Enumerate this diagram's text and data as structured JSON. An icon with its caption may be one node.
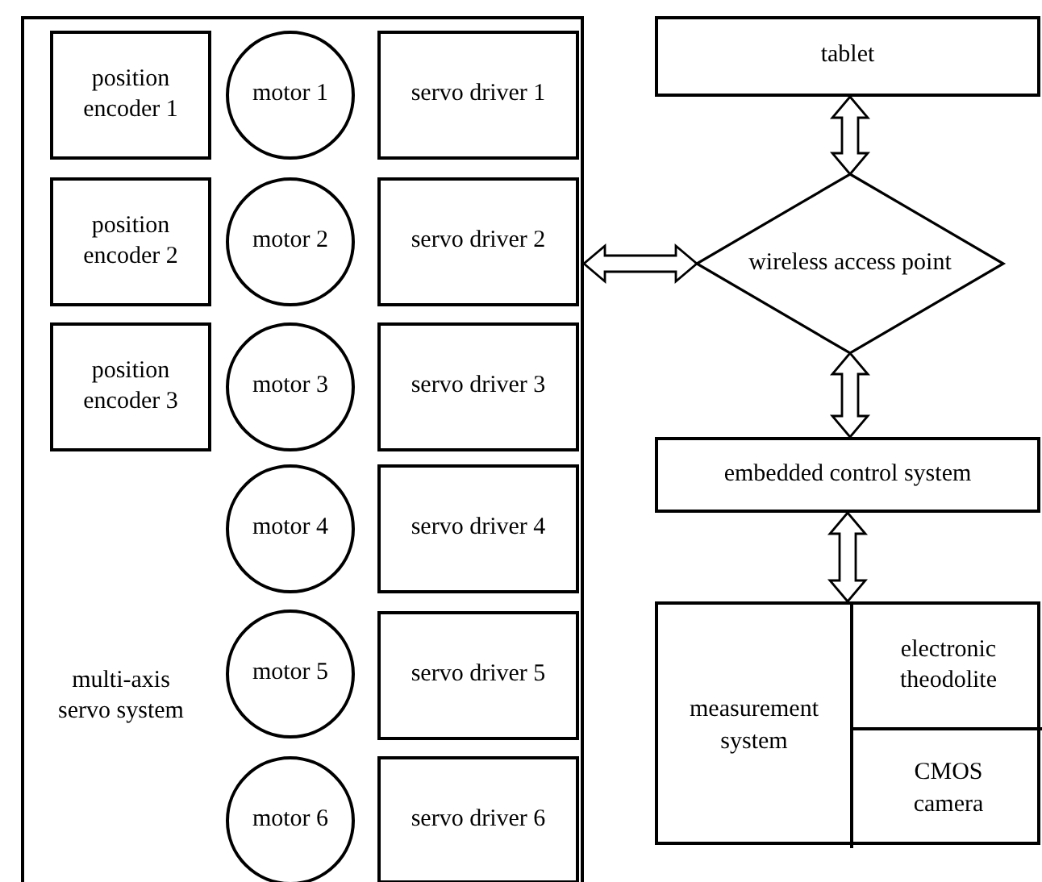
{
  "diagram": {
    "nodes": [
      {
        "text": [
          "multi-axis servo system"
        ]
      },
      {
        "text": [
          "position encoder 1"
        ],
        "in": 0
      },
      {
        "text": [
          "motor 1"
        ],
        "in": 0
      },
      {
        "text": [
          "servo driver 1"
        ],
        "in": 0
      },
      {
        "text": [
          "position encoder 2"
        ],
        "in": 0
      },
      {
        "text": [
          "motor 2"
        ],
        "in": 0
      },
      {
        "text": [
          "servo driver 2"
        ],
        "in": 0
      },
      {
        "text": [
          "position encoder 3"
        ],
        "in": 0
      },
      {
        "text": [
          "motor 3"
        ],
        "in": 0
      },
      {
        "text": [
          "servo driver 3"
        ],
        "in": 0
      },
      {
        "text": [
          "motor 4"
        ],
        "in": 0
      },
      {
        "text": [
          "servo driver 4"
        ],
        "in": 0
      },
      {
        "text": [
          "motor 5"
        ],
        "in": 0
      },
      {
        "text": [
          "servo driver 5"
        ],
        "in": 0
      },
      {
        "text": [
          "motor 6"
        ],
        "in": 0
      },
      {
        "text": [
          "servo driver 6"
        ],
        "in": 0
      },
      {
        "text": [
          "tablet"
        ]
      },
      {
        "text": [
          "wireless access point"
        ]
      },
      {
        "text": [
          "embedded control system"
        ]
      },
      {
        "text": [
          "measurement system"
        ]
      },
      {
        "text": [
          "electronic theodolite"
        ],
        "in": 19
      },
      {
        "text": [
          "CMOS camera"
        ],
        "in": 19
      }
    ],
    "edges": [
      {
        "from": 16,
        "to": 17,
        "arrow": "both"
      },
      {
        "from": 0,
        "to": 17,
        "arrow": "both"
      },
      {
        "from": 17,
        "to": 18,
        "arrow": "both"
      },
      {
        "from": 18,
        "to": 19,
        "arrow": "both"
      }
    ]
  }
}
